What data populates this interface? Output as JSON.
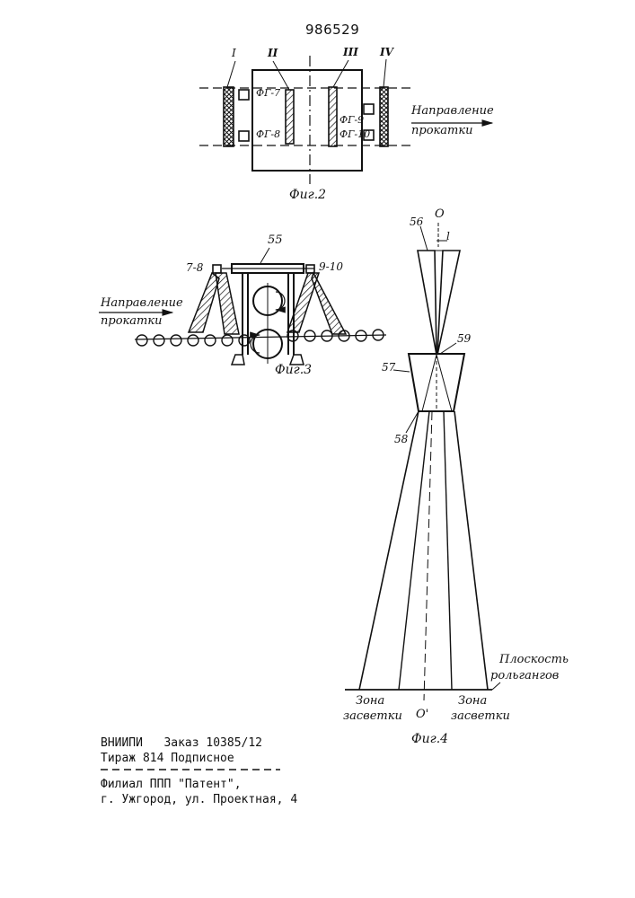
{
  "document": {
    "patent_number": "986529",
    "fig2": {
      "caption": "Фиг.2",
      "rolls": [
        "I",
        "II",
        "III",
        "IV"
      ],
      "detectors": [
        "ФГ-7",
        "ФГ-8",
        "ФГ-9",
        "ФГ-10"
      ],
      "direction_line1": "Направление",
      "direction_line2": "прокатки"
    },
    "fig3": {
      "caption": "Фиг.3",
      "label_55": "55",
      "label_left": "7-8",
      "label_right": "9-10",
      "direction_line1": "Направление",
      "direction_line2": "прокатки"
    },
    "fig4": {
      "caption": "Фиг.4",
      "label_O": "O",
      "label_56": "56",
      "label_l": "l",
      "label_59": "59",
      "label_57": "57",
      "label_58": "58",
      "plane_line1": "Плоскость",
      "plane_line2": "рольгангов",
      "zone_left_line1": "Зона",
      "zone_left_line2": "засветки",
      "label_O_prime": "O'",
      "zone_right_line1": "Зона",
      "zone_right_line2": "засветки"
    },
    "footer": {
      "line1": "ВНИИПИ   Заказ 10385/12",
      "line2": "Тираж 814 Подписное",
      "line3": "Филиал ППП \"Патент\",",
      "line4": "г. Ужгород, ул. Проектная, 4"
    }
  }
}
